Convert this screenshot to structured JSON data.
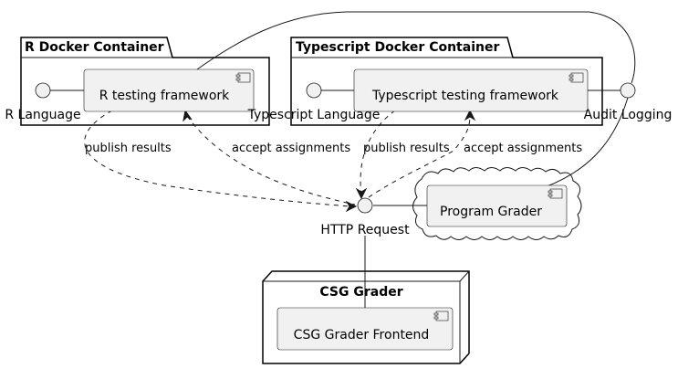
{
  "packages": {
    "r": "R Docker Container",
    "ts": "Typescript Docker Container"
  },
  "node": {
    "title": "CSG Grader"
  },
  "components": {
    "r_framework": "R testing framework",
    "ts_framework": "Typescript testing framework",
    "program_grader": "Program Grader",
    "csg_frontend": "CSG Grader Frontend"
  },
  "interfaces": {
    "r_language": "R Language",
    "ts_language": "Typescript Language",
    "audit_logging": "Audit Logging",
    "http_request": "HTTP Request"
  },
  "edges": {
    "r_publish": "publish results",
    "r_accept": "accept assignments",
    "ts_publish": "publish results",
    "ts_accept": "accept assignments"
  }
}
